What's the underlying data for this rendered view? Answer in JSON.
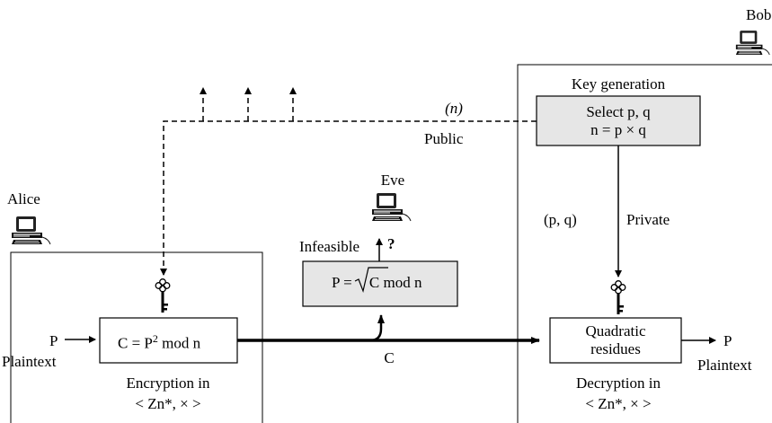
{
  "actors": {
    "alice": "Alice",
    "bob": "Bob",
    "eve": "Eve"
  },
  "public_channel": {
    "value": "(n)",
    "label": "Public"
  },
  "private_channel": {
    "value": "(p, q)",
    "label": "Private"
  },
  "key_generation": {
    "title": "Key generation",
    "line1": "Select p, q",
    "line2": "n = p × q"
  },
  "encryption": {
    "formula_prefix": "C = P",
    "exponent": "2",
    "formula_suffix": " mod n",
    "caption_line1": "Encryption in",
    "group": "< Zn*, × >"
  },
  "decryption": {
    "box_line1": "Quadratic",
    "box_line2": "residues",
    "caption_line1": "Decryption in",
    "group": "< Zn*, × >"
  },
  "attack": {
    "label": "Infeasible",
    "question": "?",
    "formula_prefix": "P = ",
    "radicand": "C",
    "formula_suffix": " mod n"
  },
  "plaintext_in": {
    "symbol": "P",
    "label": "Plaintext"
  },
  "plaintext_out": {
    "symbol": "P",
    "label": "Plaintext"
  },
  "ciphertext": "C",
  "colors": {
    "box_fill": "#e6e6e6",
    "line": "#000000"
  }
}
